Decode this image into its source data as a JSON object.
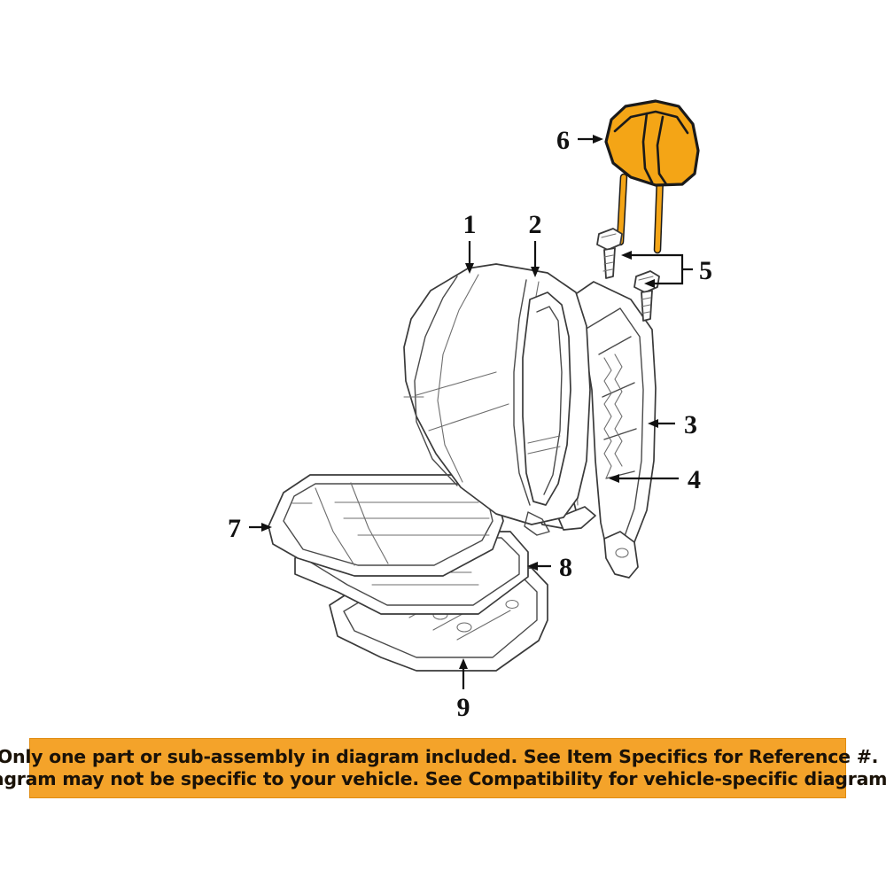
{
  "page": {
    "background_color": "#ffffff",
    "kind": "automotive-parts-exploded-diagram",
    "subject": "front seat assembly"
  },
  "diagram": {
    "highlight_color": "#f4a516",
    "line_color": "#3a3a3a",
    "highlighted_part_number": "6",
    "callouts": [
      {
        "number": "1",
        "arrow": "down",
        "target": "seat-back-cover-top-left"
      },
      {
        "number": "2",
        "arrow": "down",
        "target": "seat-back-cover-top-right"
      },
      {
        "number": "3",
        "arrow": "left",
        "target": "seat-back-frame-outer-panel"
      },
      {
        "number": "4",
        "arrow": "left",
        "target": "seat-back-frame-inner-panel"
      },
      {
        "number": "5",
        "arrow": "bracket-left",
        "target": "headrest-guide-bolts"
      },
      {
        "number": "6",
        "arrow": "right",
        "target": "headrest-assembly"
      },
      {
        "number": "7",
        "arrow": "right",
        "target": "seat-cushion-cover"
      },
      {
        "number": "8",
        "arrow": "left",
        "target": "seat-cushion-pad"
      },
      {
        "number": "9",
        "arrow": "up",
        "target": "seat-cushion-frame-pan"
      }
    ]
  },
  "notice_banner": {
    "background_color": "#f4a32a",
    "text_color": "#1a1208",
    "line1": "Only one part or sub-assembly in diagram included. See Item Specifics for Reference #.",
    "line2": "Diagram may not be specific to your vehicle. See Compatibility for vehicle-specific diagrams."
  }
}
